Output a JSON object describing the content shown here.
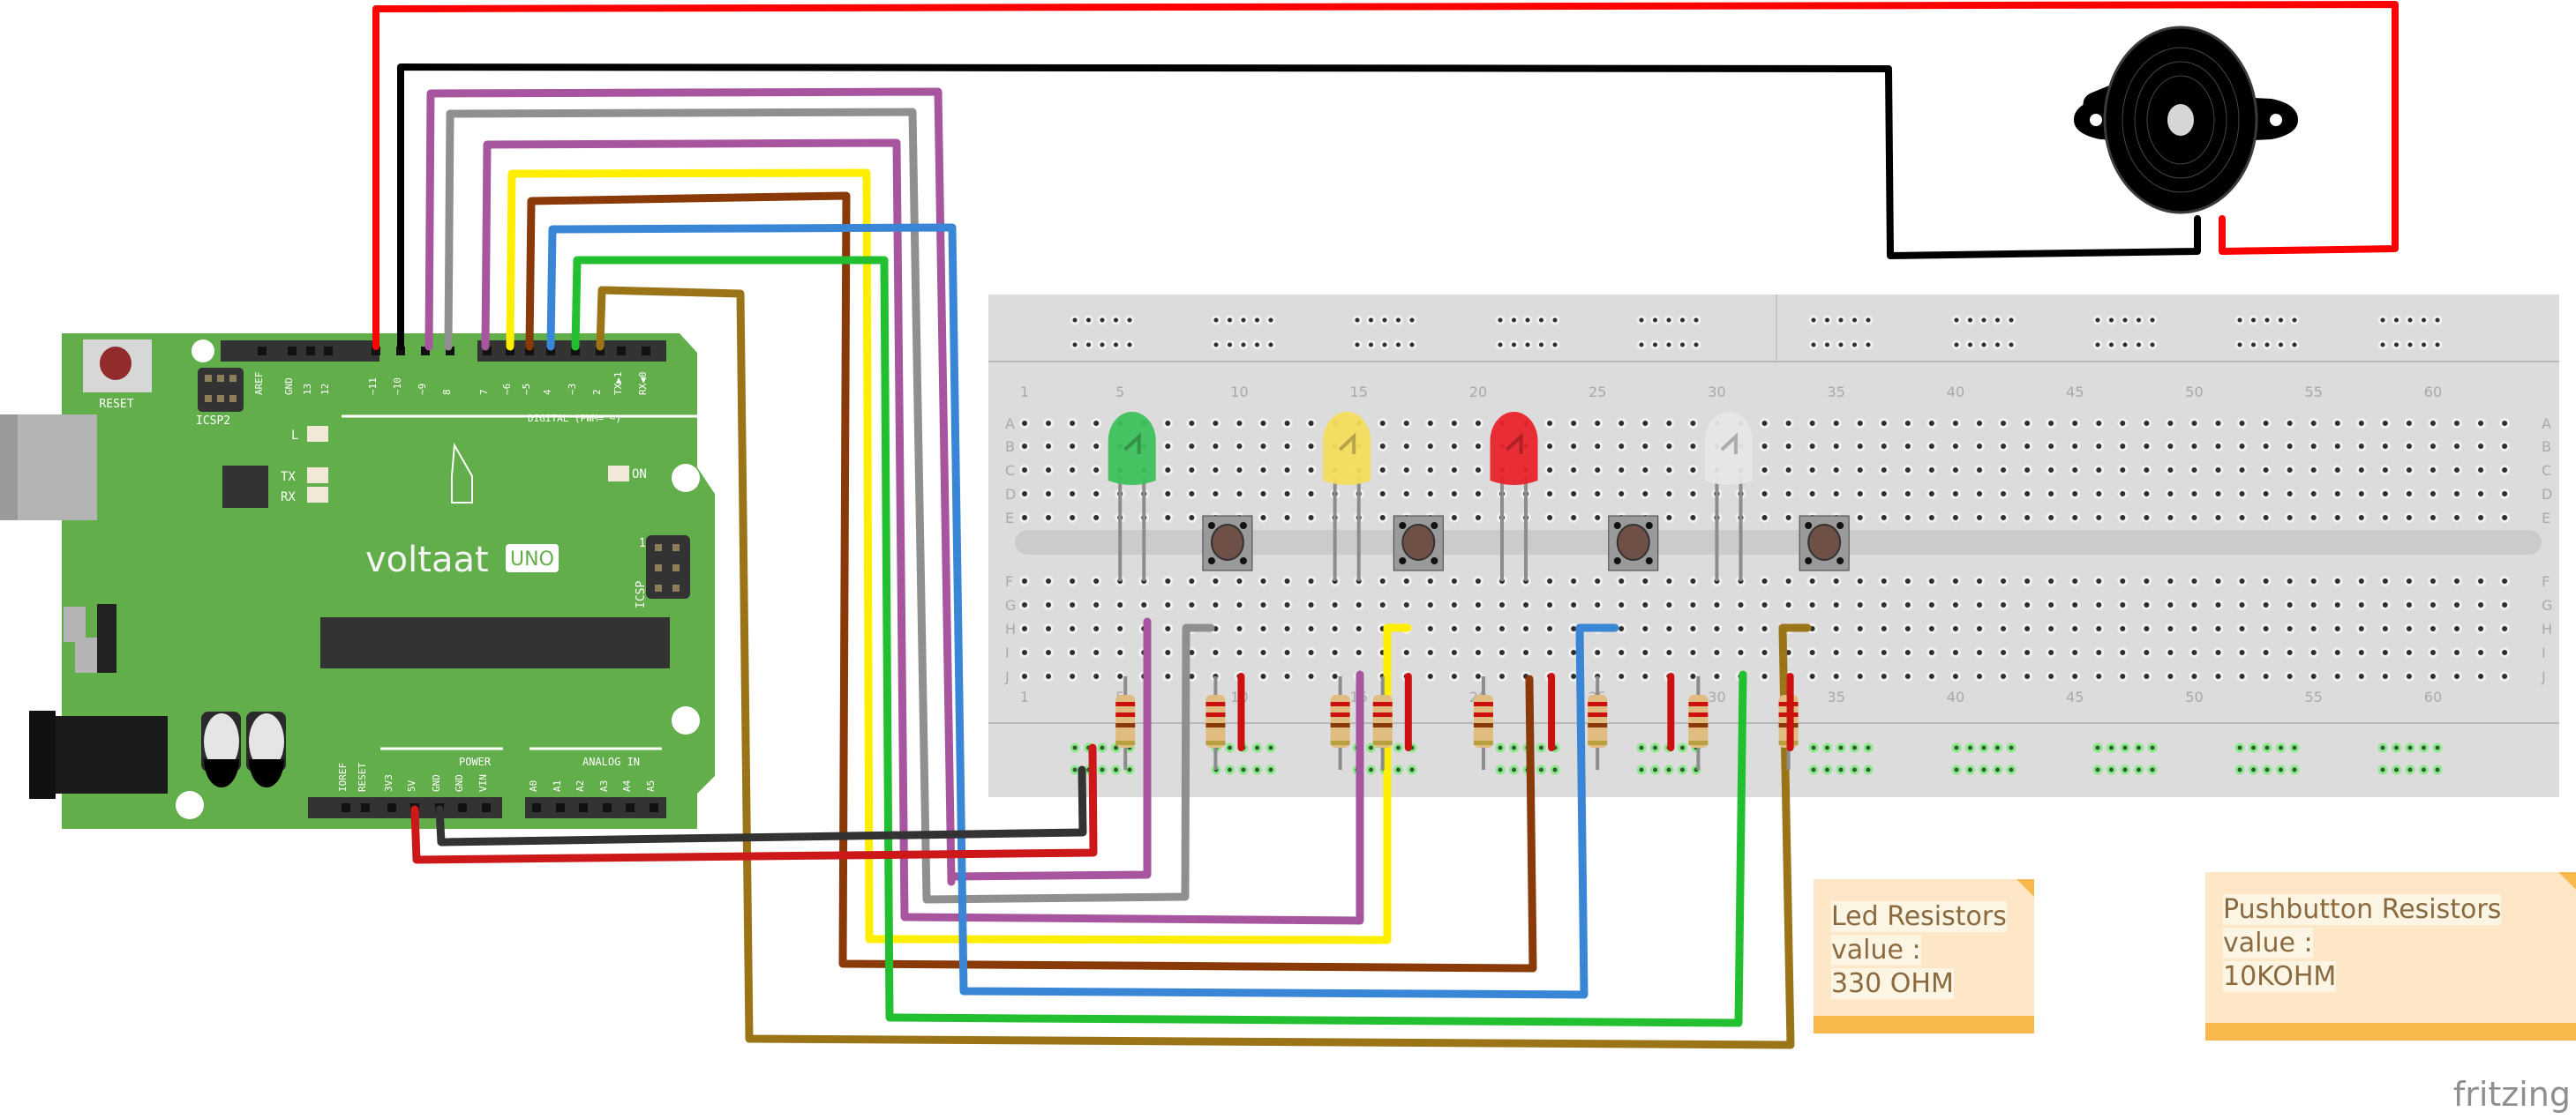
{
  "arduino": {
    "brand": "voltaat",
    "model_badge": "UNO",
    "reset_label": "RESET",
    "icsp2_label": "ICSP2",
    "icsp_label": "ICSP",
    "icsp_pin1": "1",
    "digital_label": "DIGITAL (PWM= ~)",
    "power_label": "POWER",
    "analog_label": "ANALOG IN",
    "led_labels": [
      "L",
      "TX",
      "RX",
      "ON"
    ],
    "digital_pins": [
      "AREF",
      "GND",
      "13",
      "12",
      "~11",
      "~10",
      "~9",
      "8",
      "7",
      "~6",
      "~5",
      "4",
      "~3",
      "2",
      "TX▶1",
      "RX◀0"
    ],
    "power_pins": [
      "IOREF",
      "RESET",
      "3V3",
      "5V",
      "GND",
      "GND",
      "VIN"
    ],
    "analog_pins": [
      "A0",
      "A1",
      "A2",
      "A3",
      "A4",
      "A5"
    ]
  },
  "breadboard": {
    "row_labels": [
      "A",
      "B",
      "C",
      "D",
      "E",
      "F",
      "G",
      "H",
      "I",
      "J"
    ],
    "column_numbers": [
      "1",
      "5",
      "10",
      "15",
      "20",
      "25",
      "30",
      "35",
      "40",
      "45",
      "50",
      "55",
      "60"
    ]
  },
  "components": {
    "leds": [
      {
        "name": "green-led",
        "color": "#3cc05a"
      },
      {
        "name": "yellow-led",
        "color": "#f4dc5c"
      },
      {
        "name": "red-led",
        "color": "#e8232b"
      },
      {
        "name": "white-led",
        "color": "#e6e6e6"
      }
    ],
    "pushbuttons": 4,
    "resistors": 8,
    "buzzer": "piezo-buzzer"
  },
  "wires": [
    {
      "pin": "11",
      "color": "#ff0000",
      "to": "buzzer +"
    },
    {
      "pin": "10",
      "color": "#000000",
      "to": "buzzer -"
    },
    {
      "pin": "9",
      "color": "#a855a0",
      "to": "green LED"
    },
    {
      "pin": "8",
      "color": "#8f8f8f",
      "to": "pushbutton 1"
    },
    {
      "pin": "7",
      "color": "#a855a0",
      "to": "yellow LED"
    },
    {
      "pin": "6",
      "color": "#ffee00",
      "to": "pushbutton 2"
    },
    {
      "pin": "5",
      "color": "#8a3a08",
      "to": "red LED"
    },
    {
      "pin": "4",
      "color": "#3a86d6",
      "to": "pushbutton 3"
    },
    {
      "pin": "3",
      "color": "#22c030",
      "to": "white LED"
    },
    {
      "pin": "2",
      "color": "#9c7418",
      "to": "pushbutton 4"
    },
    {
      "pin": "5V",
      "color": "#cc1818",
      "to": "power rail"
    },
    {
      "pin": "GND",
      "color": "#333333",
      "to": "ground rail"
    }
  ],
  "notes": [
    {
      "lines": [
        "Led Resistors value :",
        "330 OHM"
      ]
    },
    {
      "lines": [
        "Pushbutton Resistors",
        "value :",
        "10KOHM"
      ]
    }
  ],
  "watermark": "fritzing"
}
